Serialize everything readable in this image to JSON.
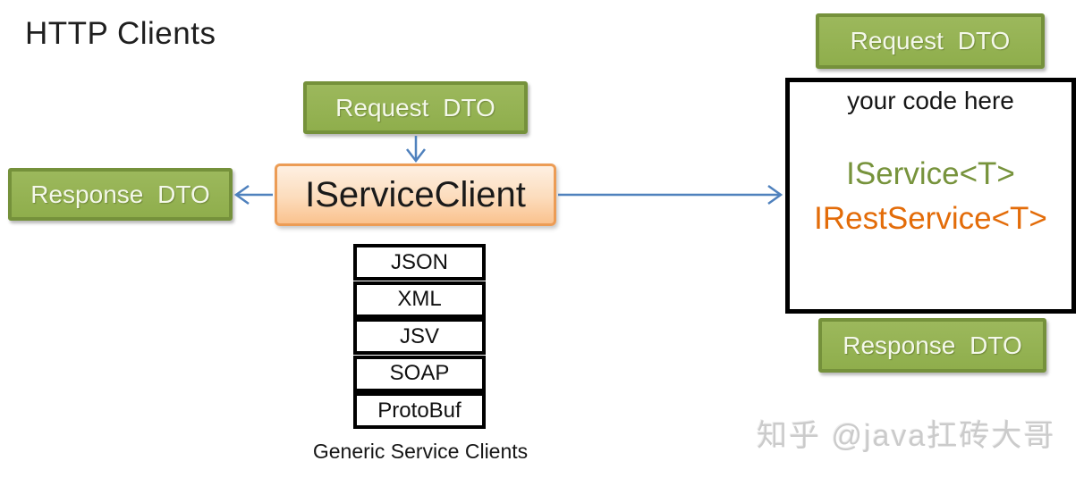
{
  "title": "HTTP Clients",
  "client_flow": {
    "request_dto_label": "Request DTO",
    "response_dto_label": "Response DTO",
    "service_client_label": "IServiceClient"
  },
  "server_box": {
    "request_dto_label": "Request DTO",
    "response_dto_label": "Response DTO",
    "your_code_label": "your code here",
    "iservice_label": "IService<T>",
    "irestservice_label": "IRestService<T>"
  },
  "formats": {
    "items": [
      "JSON",
      "XML",
      "JSV",
      "SOAP",
      "ProtoBuf"
    ],
    "caption": "Generic Service Clients"
  },
  "watermark": "知乎 @java扛砖大哥",
  "colors": {
    "green_fill": "#8FAE4C",
    "green_border": "#75913B",
    "green_box_text": "#F4F8EA",
    "orange_fill_top": "#FEF0E2",
    "orange_fill_bottom": "#FAC28E",
    "orange_border": "#EC9C55",
    "arrow_blue": "#4F81BD",
    "iservice_text_green": "#77933C",
    "irestservice_text_orange": "#E36C09",
    "code_box_border": "#000000",
    "watermark_gray": "#CBCBCB"
  }
}
